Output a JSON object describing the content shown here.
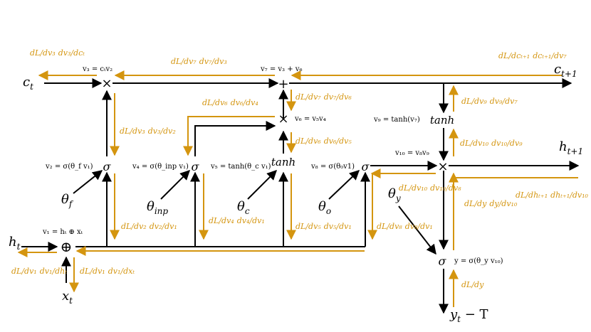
{
  "colors": {
    "forward": "#000000",
    "backward": "#D4950F"
  },
  "nodes": {
    "ct": "c",
    "ct_sub": "t",
    "ct1": "c",
    "ct1_sub": "t+1",
    "ht": "h",
    "ht_sub": "t",
    "ht1": "h",
    "ht1_sub": "t+1",
    "xt": "x",
    "xt_sub": "t",
    "yt": "y",
    "yt_sub": "t",
    "yt_suffix": " − T",
    "times_symbol": "×",
    "plus_symbol": "+",
    "oplus_symbol": "⊕",
    "sigma_symbol": "σ",
    "tanh_label": "tanh"
  },
  "params": {
    "theta": "θ",
    "f": "f",
    "inp": "inp",
    "c": "c",
    "o": "o",
    "y": "y"
  },
  "equations": {
    "v1": "v₁ = hₜ ⊕ xₜ",
    "v2": "v₂ = σ(θ_f v₁)",
    "v3": "v₃ = cₜv₂",
    "v4": "v₄ = σ(θ_inp v₁)",
    "v5": "v₅ = tanh(θ_c v₁)",
    "v6": "v₆ = v₅v₄",
    "v7": "v₇ = v₃ + v₆",
    "v8": "v₈ = σ(θ₀v1)",
    "v9": "v₉ = tanh(v₇)",
    "v10": "v₁₀ = v₈v₉",
    "y": "y = σ(θ_y v₁₀)"
  },
  "gradients": {
    "g_ct": [
      "dL/dv₃",
      "dv₃/dcₜ"
    ],
    "g_v7_v3": [
      "dL/dv₇",
      "dv₇/dv₃"
    ],
    "g_ct1": [
      "dL/dcₜ₊₁",
      "dcₜ₊₁/dv₇"
    ],
    "g_v3_v2": [
      "dL/dv₃",
      "dv₃/dv₂"
    ],
    "g_v6_v4": [
      "dL/dv₆",
      "dv₆/dv₄"
    ],
    "g_v7_v6": [
      "dL/dv₇",
      "dv₇/dv₆"
    ],
    "g_v6_v5": [
      "dL/dv₆",
      "dv₆/dv₅"
    ],
    "g_v9_v7": [
      "dL/dv₉",
      "dv₉/dv₇"
    ],
    "g_v10_v9": [
      "dL/dv₁₀",
      "dv₁₀/dv₉"
    ],
    "g_v10_v8": [
      "dL/dv₁₀",
      "dv₁₀/dv₈"
    ],
    "g_y_v10": [
      "dL/dy",
      "dy/dv₁₀"
    ],
    "g_ht1_v10": [
      "dL/dhₜ₊₁",
      "dhₜ₊₁/dv₁₀"
    ],
    "g_v2_v1": [
      "dL/dv₂",
      "dv₂/dv₁"
    ],
    "g_v4_v1": [
      "dL/dv₄",
      "dv₄/dv₁"
    ],
    "g_v5_v1": [
      "dL/dv₅",
      "dv₅/dv₁"
    ],
    "g_v8_v1": [
      "dL/dv₈",
      "dv₈/dv₁"
    ],
    "g_ht": [
      "dL/dv₁",
      "dv₁/dhₜ"
    ],
    "g_xt": [
      "dL/dv₁",
      "dv₁/dxₜ"
    ],
    "g_y": [
      "dL/dy"
    ]
  }
}
